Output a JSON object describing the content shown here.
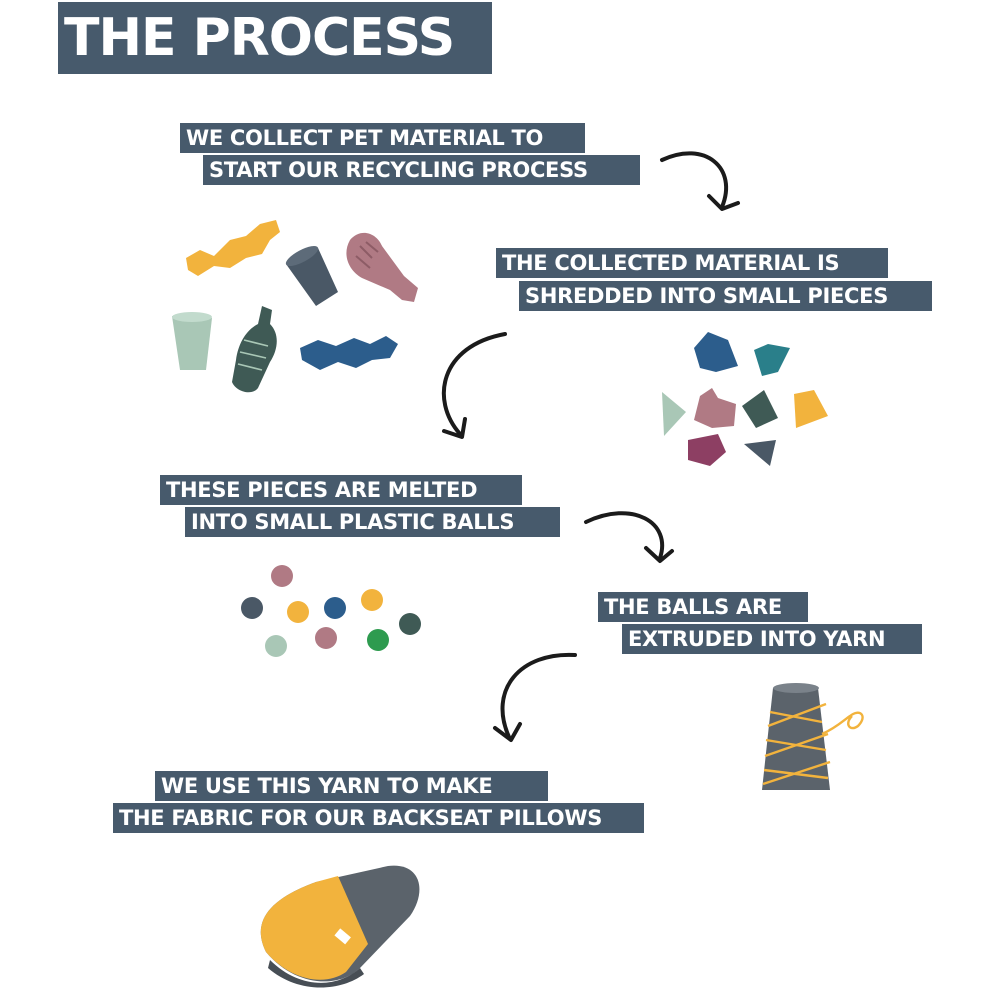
{
  "title": "THE PROCESS",
  "steps": [
    {
      "line1": "WE COLLECT PET MATERIAL TO",
      "line2": "START OUR RECYCLING PROCESS"
    },
    {
      "line1": "THE COLLECTED MATERIAL IS",
      "line2": "SHREDDED INTO SMALL PIECES"
    },
    {
      "line1": "THESE PIECES ARE MELTED",
      "line2": "INTO SMALL PLASTIC BALLS"
    },
    {
      "line1": "THE BALLS ARE",
      "line2": "EXTRUDED INTO YARN"
    },
    {
      "line1": "WE USE THIS YARN TO MAKE",
      "line2": "THE FABRIC FOR OUR BACKSEAT PILLOWS"
    }
  ],
  "icons": {
    "step1": "pet-bottles-and-cups-icon",
    "step2": "shredded-plastic-pieces-icon",
    "step3": "plastic-balls-icon",
    "step4": "yarn-spool-icon",
    "step5": "backseat-pillow-icon",
    "arrows": "curved-arrow-icon"
  },
  "colors": {
    "label_bg": "#475a6c",
    "label_text": "#ffffff",
    "yellow": "#f2b33d",
    "slate": "#4a5866",
    "mauve": "#b07a84",
    "mint": "#a9c7b6",
    "dark_green": "#3f5a55",
    "blue": "#2c5d8c",
    "teal": "#2a7f8a",
    "plum": "#8d3f63",
    "green": "#2e9b4f"
  }
}
